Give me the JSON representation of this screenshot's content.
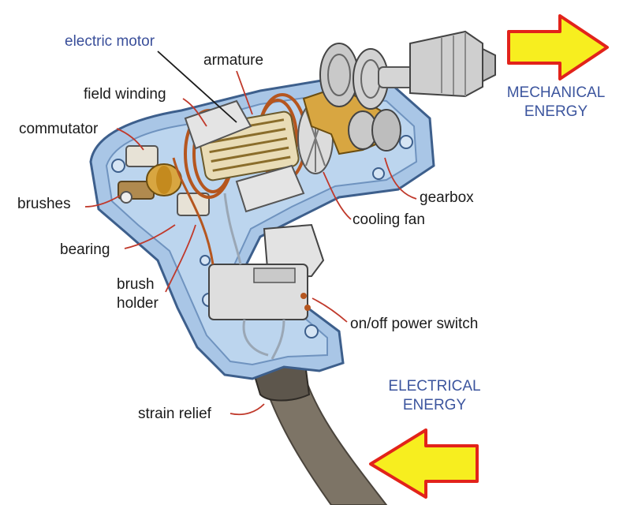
{
  "labels": {
    "electric_motor": "electric motor",
    "armature": "armature",
    "field_winding": "field winding",
    "commutator": "commutator",
    "brushes": "brushes",
    "bearing": "bearing",
    "brush_holder_1": "brush",
    "brush_holder_2": "holder",
    "gearbox": "gearbox",
    "cooling_fan": "cooling fan",
    "power_switch": "on/off power switch",
    "strain_relief": "strain relief",
    "mechanical_1": "MECHANICAL",
    "mechanical_2": "ENERGY",
    "electrical_1": "ELECTRICAL",
    "electrical_2": "ENERGY"
  },
  "colors": {
    "body": "#a9c6e6",
    "body_dark": "#6f93bf",
    "arrow_fill": "#f7ee1f",
    "arrow_edge": "#e2231a",
    "copper": "#b5561f",
    "gear": "#c9c9c9",
    "gear_gold": "#d8a641",
    "cord": "#7d7466",
    "leader": "#c0392b",
    "energy_text": "#3c559e"
  }
}
